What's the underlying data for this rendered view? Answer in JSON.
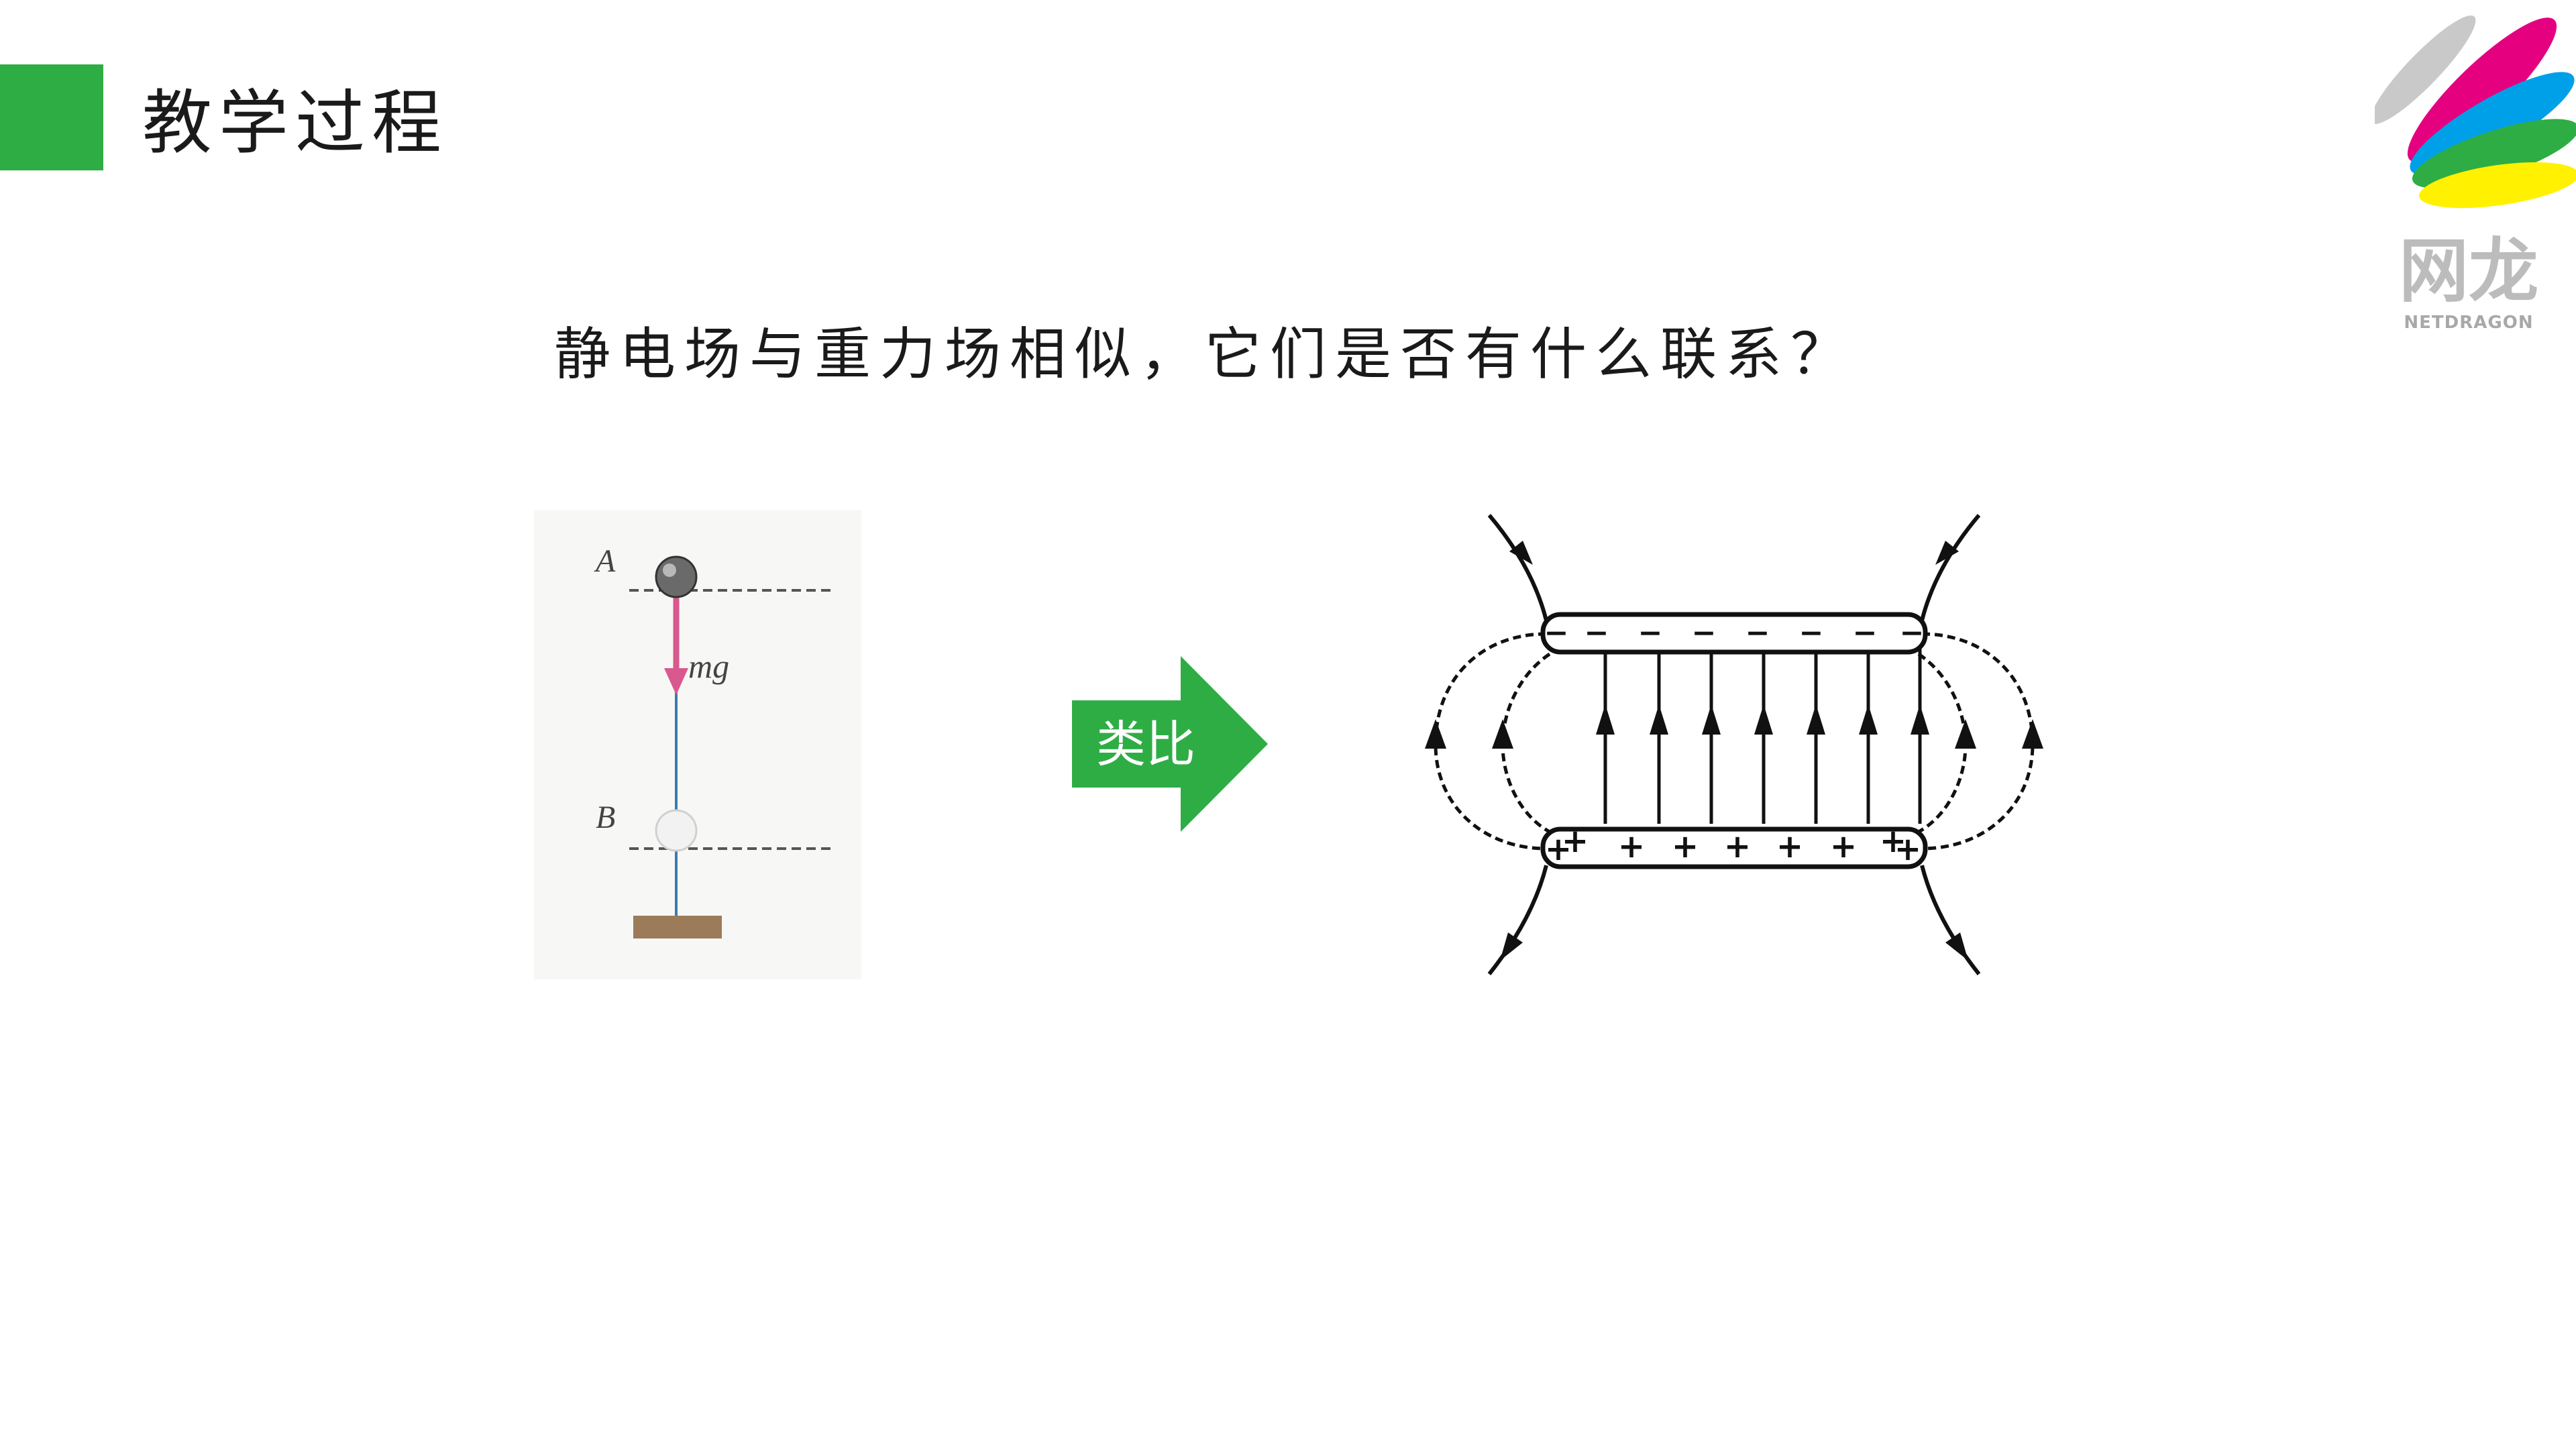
{
  "header": {
    "title": "教学过程",
    "accent_color": "#2fad45"
  },
  "logo": {
    "name_cn": "网龙",
    "name_en": "NETDRAGON",
    "colors": [
      "#c9c9c9",
      "#e4007f",
      "#00a0e9",
      "#2fad45",
      "#fff100"
    ]
  },
  "main": {
    "question": "静电场与重力场相似，它们是否有什么联系？",
    "analogy_arrow": {
      "label": "类比",
      "color": "#2fad45"
    },
    "gravity_figure": {
      "label_a": "A",
      "label_b": "B",
      "force_label": "mg",
      "force_color": "#d9598f"
    },
    "field_figure": {
      "top_plate_charge": "−",
      "bottom_plate_charge": "+",
      "field_line_count": 7
    }
  }
}
